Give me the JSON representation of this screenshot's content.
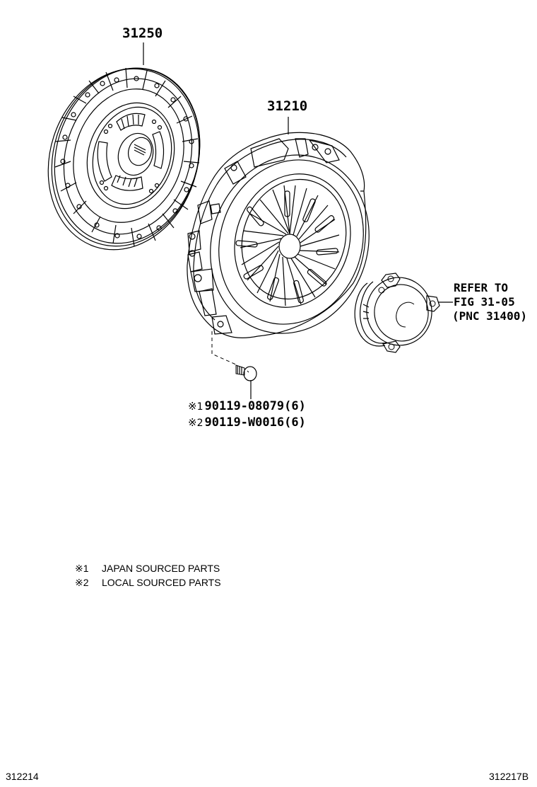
{
  "diagram": {
    "type": "parts-catalog-illustration",
    "subject": "Clutch assembly exploded view",
    "parts": [
      {
        "id": "clutch-disc",
        "part_number": "31250"
      },
      {
        "id": "clutch-cover",
        "part_number": "31210"
      },
      {
        "id": "release-bearing",
        "reference_lines": [
          "REFER TO",
          "FIG 31-05",
          "(PNC 31400)"
        ]
      }
    ],
    "bolts": [
      {
        "mark": "※",
        "index": "1",
        "part_number": "90119-08079",
        "qty": "(6)"
      },
      {
        "mark": "※",
        "index": "2",
        "part_number": "90119-W0016",
        "qty": "(6)"
      }
    ],
    "legend": [
      {
        "mark": "※1",
        "text": "JAPAN SOURCED PARTS"
      },
      {
        "mark": "※2",
        "text": "LOCAL SOURCED PARTS"
      }
    ],
    "footer": {
      "left_code": "312214",
      "right_code": "312217B"
    }
  }
}
